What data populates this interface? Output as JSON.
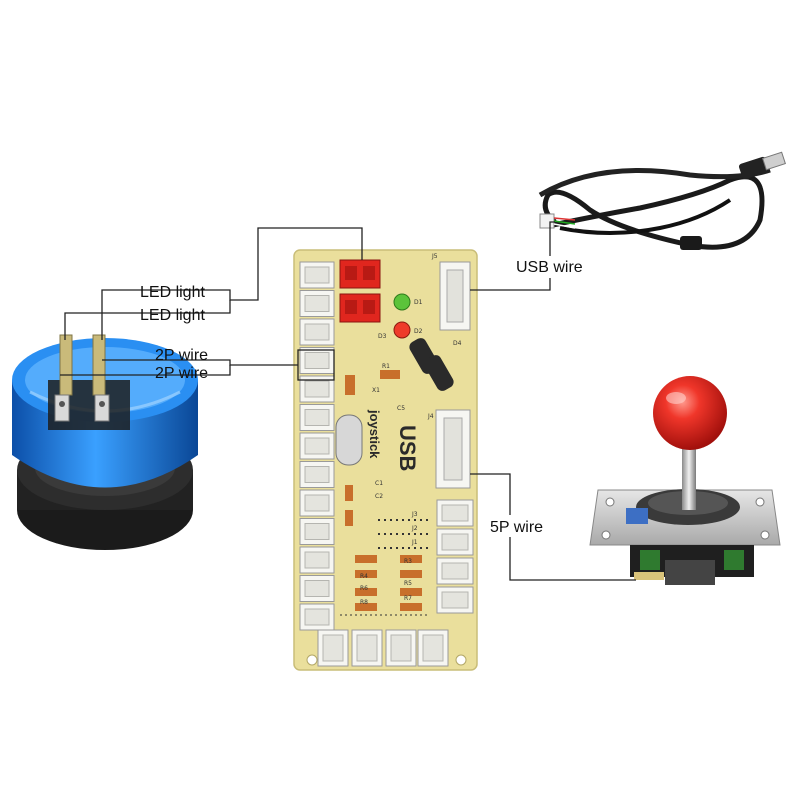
{
  "labels": {
    "led_light_1": "LED light",
    "led_light_2": "LED light",
    "wire_2p_1": "2P wire",
    "wire_2p_2": "2P wire",
    "usb_wire": "USB wire",
    "wire_5p": "5P wire"
  },
  "board": {
    "title": "USB",
    "subtitle": "joystick",
    "silkscreen": {
      "j5": "J5",
      "j4": "J4",
      "j3": "J3",
      "j2": "J2",
      "j1": "J1",
      "d1": "D1",
      "d2": "D2",
      "d3": "D3",
      "d4": "D4",
      "r1": "R1",
      "r3": "R3",
      "r4": "R4",
      "r5": "R5",
      "r6": "R6",
      "r7": "R7",
      "r8": "R8",
      "c1": "C1",
      "c2": "C2",
      "c5": "C5",
      "x1": "X1"
    }
  },
  "colors": {
    "pcb": "#eadf9c",
    "connector": "#f6f6f2",
    "led_connector": "#e0261e",
    "button_blue": "#1f7fe0",
    "ball_red": "#e8251f",
    "leader_line": "#222222"
  },
  "icons": [
    "arcade-button-icon",
    "usb-cable-icon",
    "joystick-icon",
    "encoder-board-icon"
  ]
}
